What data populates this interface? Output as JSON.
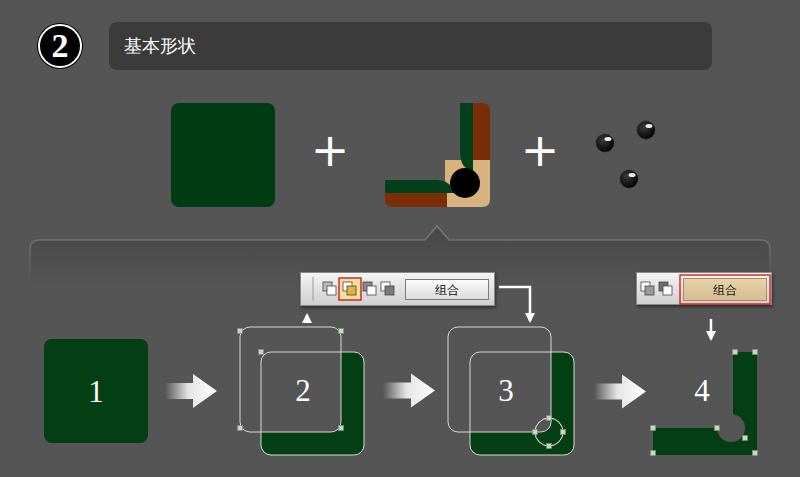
{
  "diagram": {
    "title": "基本形状",
    "nodes": [
      {
        "text": [
          "2"
        ]
      },
      {
        "text": [
          "组合"
        ]
      },
      {
        "text": [
          "组合"
        ]
      },
      {
        "text": [
          "1"
        ]
      },
      {
        "text": [
          "2"
        ]
      },
      {
        "text": [
          "3"
        ]
      },
      {
        "text": [
          "4"
        ]
      }
    ],
    "edges": [
      {
        "from": 3,
        "to": 4,
        "arrow": "to"
      },
      {
        "from": 4,
        "to": 5,
        "arrow": "to"
      },
      {
        "from": 5,
        "to": 6,
        "arrow": "to"
      },
      {
        "from": 1,
        "to": 4,
        "arrow": "to"
      },
      {
        "from": 1,
        "to": 5,
        "arrow": "to"
      },
      {
        "from": 2,
        "to": 6,
        "arrow": "to"
      }
    ],
    "labels": [
      "+",
      "+"
    ]
  }
}
